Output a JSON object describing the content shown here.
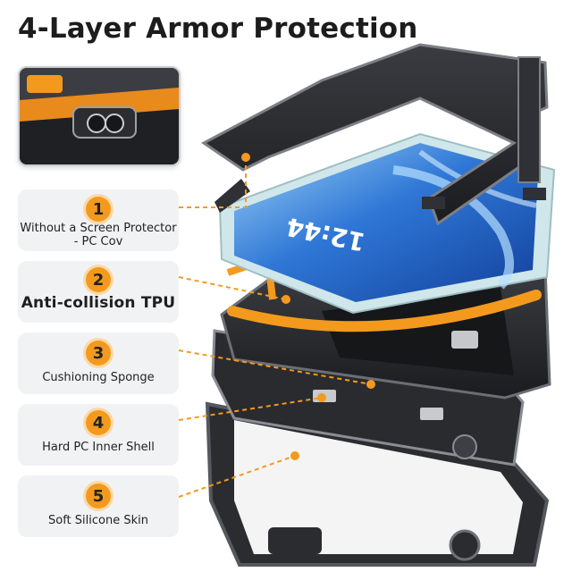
{
  "title": "4-Layer Armor Protection",
  "colors": {
    "accent": "#f39a1e",
    "card_bg": "#f1f2f4",
    "frame": "#2f3136"
  },
  "layers": [
    {
      "number": "1",
      "label": "Without a Screen Protector - PC Cov"
    },
    {
      "number": "2",
      "label": "Anti-collision TPU"
    },
    {
      "number": "3",
      "label": "Cushioning Sponge"
    },
    {
      "number": "4",
      "label": "Hard PC Inner Shell"
    },
    {
      "number": "5",
      "label": "Soft Silicone Skin"
    }
  ],
  "tablet": {
    "screen_time": "12:44"
  }
}
